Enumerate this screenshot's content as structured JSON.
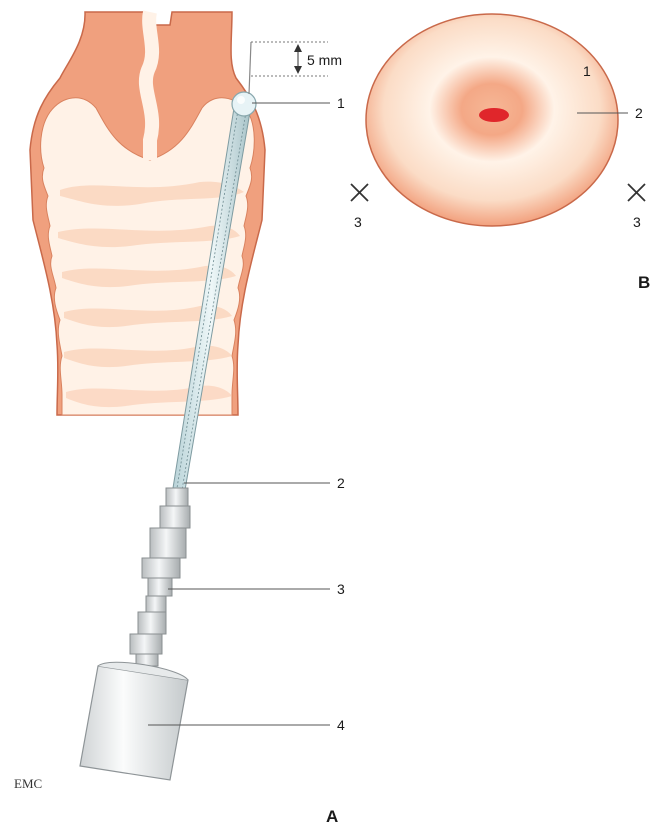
{
  "panel_a": {
    "letter": "A",
    "measure": "5 mm",
    "labels": {
      "l1": "1",
      "l2": "2",
      "l3": "3",
      "l4": "4"
    }
  },
  "panel_b": {
    "letter": "B",
    "labels": {
      "l1": "1",
      "l2": "2",
      "l3_left": "3",
      "l3_right": "3"
    }
  },
  "signature": "EMC",
  "colors": {
    "tissue_outer": "#f0a07e",
    "tissue_border": "#c9694a",
    "tissue_inner": "#fff4ea",
    "catheter": "#d8ebee",
    "os_spot": "#e0262b"
  }
}
